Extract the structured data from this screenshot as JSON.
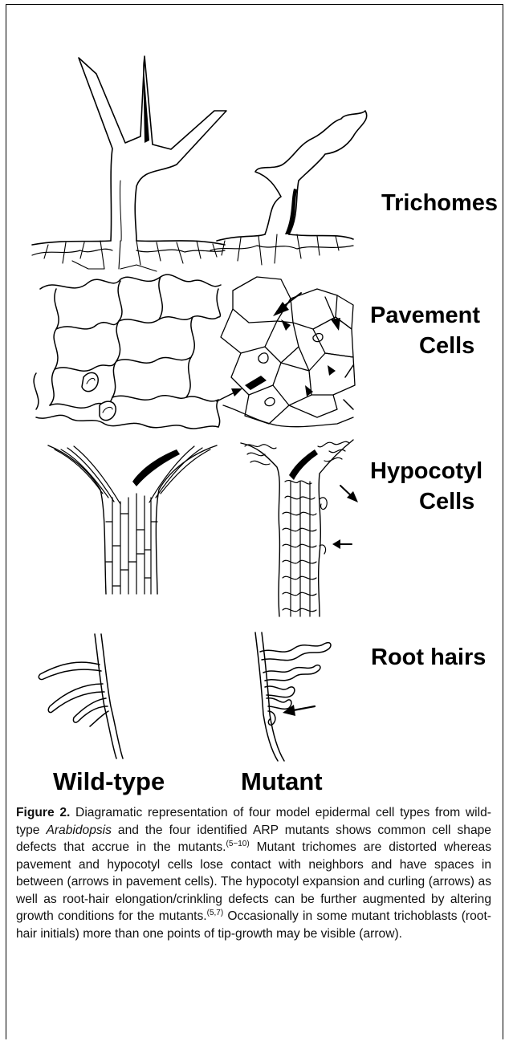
{
  "figure": {
    "row_labels": {
      "trichomes": "Trichomes",
      "pavement_line1": "Pavement",
      "pavement_line2": "Cells",
      "hypocotyl_line1": "Hypocotyl",
      "hypocotyl_line2": "Cells",
      "root_hairs": "Root hairs"
    },
    "column_labels": {
      "wild_type": "Wild-type",
      "mutant": "Mutant"
    }
  },
  "caption": {
    "figure_number": "Figure 2.",
    "text_1": " Diagramatic representation of four model epidermal cell types from wild-type ",
    "organism": "Arabidopsis",
    "text_2": " and the four identified ARP mutants shows common cell shape defects that accrue in the mutants.",
    "ref_1": "(5−10)",
    "text_3": " Mutant trichomes are distorted whereas pavement and hypocotyl cells lose contact with neighbors and have spaces in between (arrows in pavement cells). The hypocotyl expansion and curling (arrows) as well as root-hair elongation/crinkling defects can be further augmented by altering growth conditions for the mutants.",
    "ref_2": "(5,7)",
    "text_4": " Occasionally in some mutant trichoblasts (root-hair initials) more than one points of tip-growth may be visible (arrow)."
  }
}
